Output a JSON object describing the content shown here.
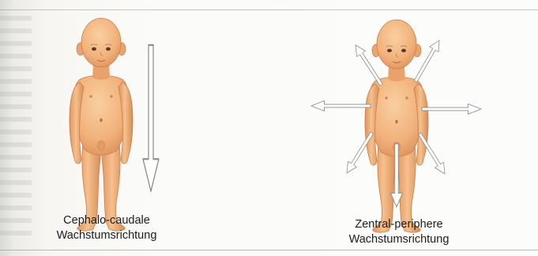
{
  "captions": {
    "left": {
      "line1": "Cephalo-caudale",
      "line2": "Wachstumsrichtung"
    },
    "right": {
      "line1": "Zentral-periphere",
      "line2": "Wachstumsrichtung"
    }
  },
  "colors": {
    "skin": "#f2b27c",
    "skin_shadow": "#d98c55",
    "arrow_fill": "#ffffff",
    "arrow_stroke": "#8a8a8a"
  },
  "icons": {
    "left_figure": "infant-figure",
    "right_figure": "infant-figure",
    "growth_arrow": "outline-arrow"
  }
}
